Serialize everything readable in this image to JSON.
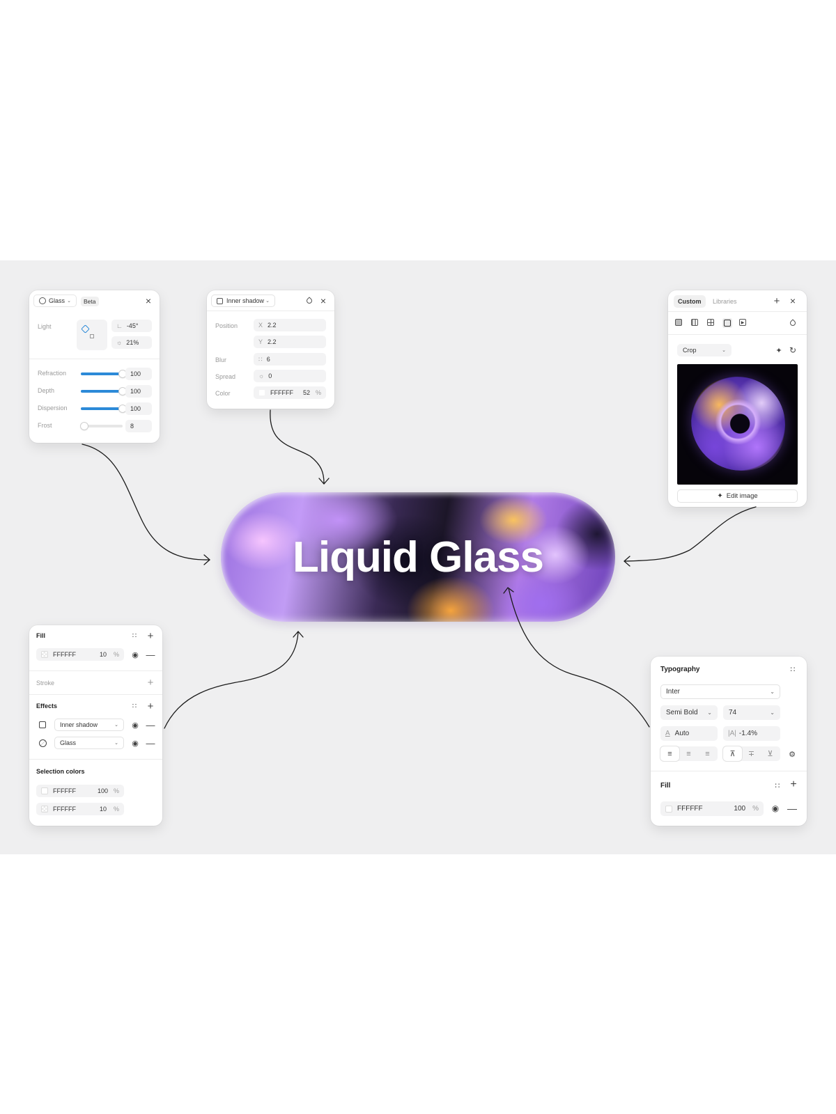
{
  "hero": {
    "title": "Liquid Glass"
  },
  "glass_panel": {
    "dropdown_label": "Glass",
    "badge": "Beta",
    "light_label": "Light",
    "angle_value": "-45°",
    "intensity_value": "21%",
    "rows": [
      {
        "label": "Refraction",
        "value": "100",
        "level": 1.0
      },
      {
        "label": "Depth",
        "value": "100",
        "level": 1.0
      },
      {
        "label": "Dispersion",
        "value": "100",
        "level": 1.0
      },
      {
        "label": "Frost",
        "value": "8",
        "level": 0.08
      }
    ]
  },
  "shadow_panel": {
    "dropdown_label": "Inner shadow",
    "position_label": "Position",
    "x_prefix": "X",
    "x_value": "2.2",
    "y_prefix": "Y",
    "y_value": "2.2",
    "blur_label": "Blur",
    "blur_value": "6",
    "spread_label": "Spread",
    "spread_value": "0",
    "color_label": "Color",
    "color_hex": "FFFFFF",
    "color_opacity": "52",
    "percent": "%"
  },
  "image_panel": {
    "tab_custom": "Custom",
    "tab_libraries": "Libraries",
    "mode_select": "Crop",
    "edit_button": "Edit image"
  },
  "fill_panel": {
    "fill_header": "Fill",
    "fill_hex": "FFFFFF",
    "fill_opacity": "10",
    "percent": "%",
    "stroke_header": "Stroke",
    "effects_header": "Effects",
    "effects": [
      {
        "label": "Inner shadow"
      },
      {
        "label": "Glass"
      }
    ],
    "selection_colors_header": "Selection colors",
    "selection_colors": [
      {
        "hex": "FFFFFF",
        "opacity": "100"
      },
      {
        "hex": "FFFFFF",
        "opacity": "10"
      }
    ]
  },
  "typography_panel": {
    "header": "Typography",
    "font_family": "Inter",
    "font_weight": "Semi Bold",
    "font_size": "74",
    "line_height": "Auto",
    "letter_spacing": "-1.4%",
    "fill_header": "Fill",
    "fill_hex": "FFFFFF",
    "fill_opacity": "100",
    "percent": "%"
  }
}
